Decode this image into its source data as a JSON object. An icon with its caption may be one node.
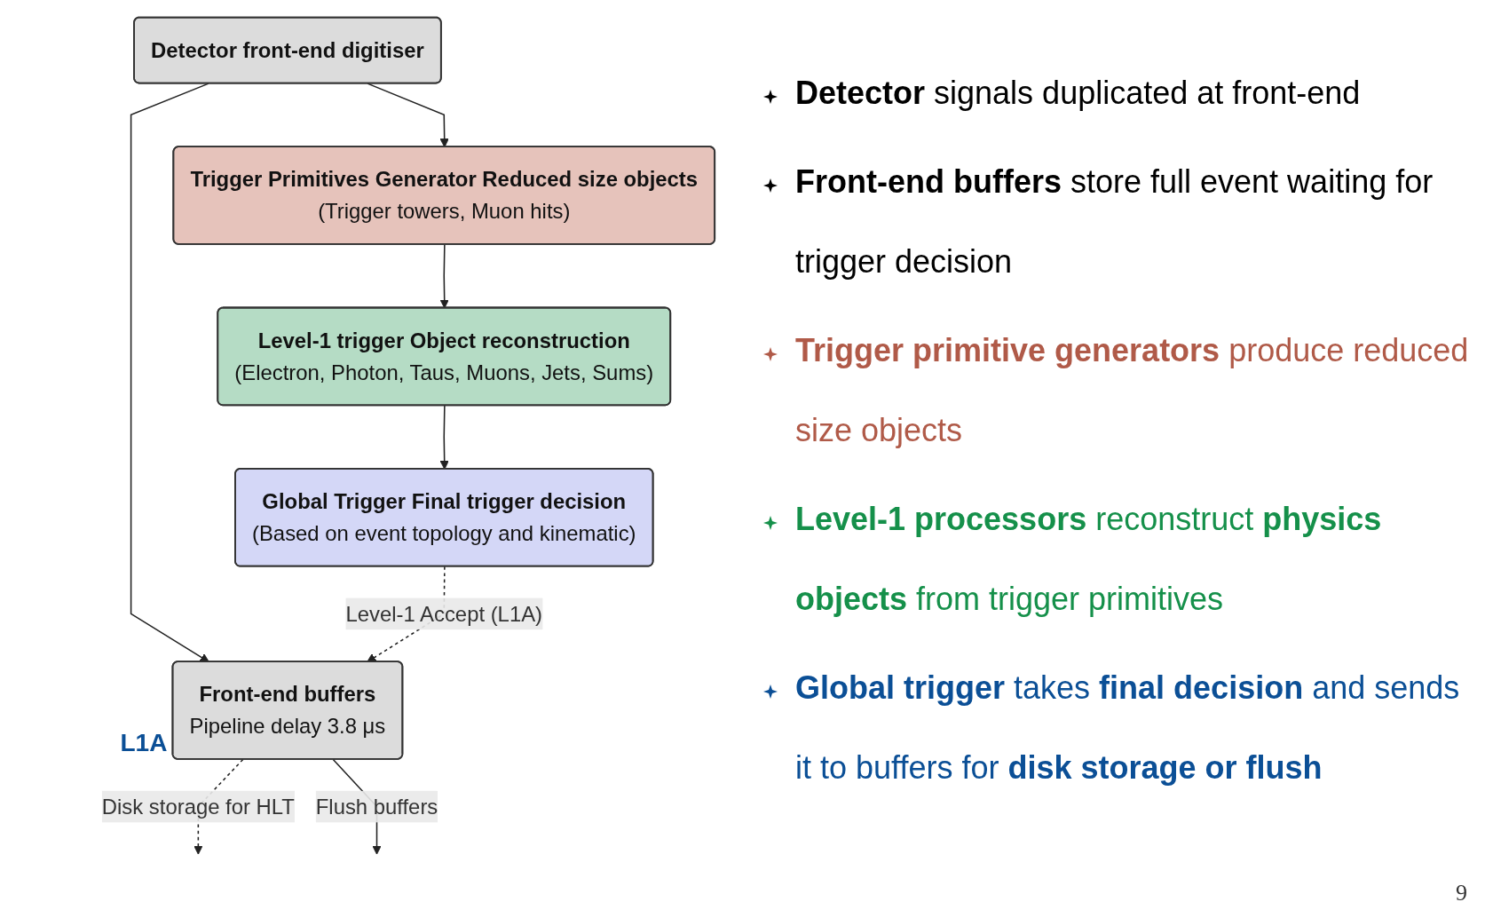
{
  "diagram": {
    "nodes": [
      {
        "text": [
          "Detector front-end digitiser"
        ]
      },
      {
        "text": [
          "Trigger Primitives Generator Reduced size objects",
          "(Trigger towers, Muon hits)"
        ]
      },
      {
        "text": [
          "Level-1 trigger Object reconstruction",
          "(Electron, Photon, Taus, Muons, Jets, Sums)"
        ]
      },
      {
        "text": [
          "Global Trigger Final trigger decision",
          "(Based on event topology and kinematic)"
        ]
      },
      {
        "text": [
          "Front-end buffers",
          "Pipeline delay 3.8 μs"
        ],
        "beside": [
          "L1A"
        ]
      }
    ],
    "edges": [
      {
        "from": 0,
        "to": 1,
        "arrow": "to"
      },
      {
        "from": 0,
        "to": 4,
        "arrow": "to"
      },
      {
        "from": 1,
        "to": 2,
        "arrow": "to"
      },
      {
        "from": 2,
        "to": 3,
        "arrow": "to"
      },
      {
        "from": 3,
        "to": 4,
        "arrow": "to",
        "label": "Level-1 Accept (L1A)",
        "style": "dashed"
      },
      {
        "from": 4,
        "to": null,
        "arrow": "to",
        "label": "Disk storage for HLT",
        "style": "dashed"
      },
      {
        "from": 4,
        "to": null,
        "arrow": "to",
        "label": "Flush buffers"
      }
    ],
    "labels": [
      "**Detector** signals duplicated at front-end",
      "**Front-end buffers** store full event waiting for trigger decision",
      "**Trigger primitive generators** produce reduced size objects",
      "**Level-1 processors** reconstruct **physics objects** from trigger primitives",
      "**Global trigger** takes **final decision** and sends it to buffers for **disk storage or flush**",
      "9"
    ]
  }
}
